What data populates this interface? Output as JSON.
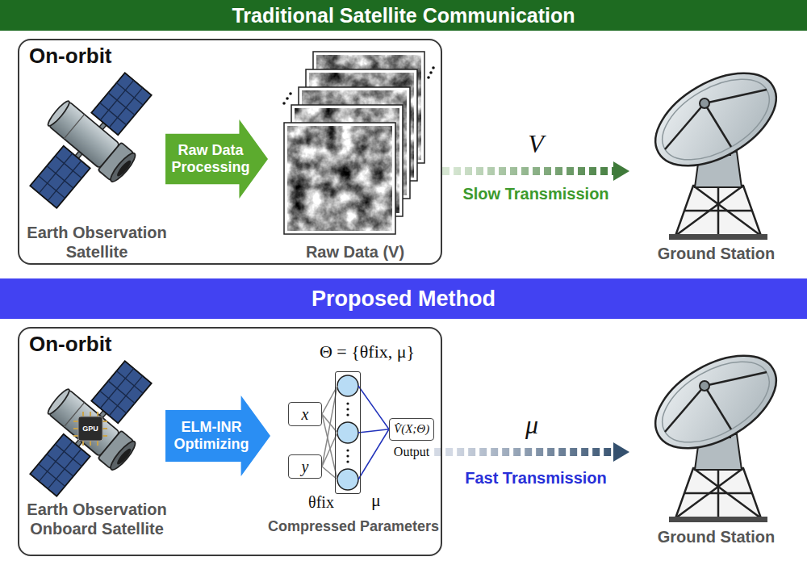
{
  "diagram": {
    "nodes": [
      {
        "text": [
          "Traditional Satellite Communication"
        ]
      },
      {
        "text": [
          "On-orbit"
        ]
      },
      {
        "text": [
          "Earth Observation Satellite"
        ],
        "in": 1
      },
      {
        "text": [
          "Raw Data Processing"
        ],
        "in": 1
      },
      {
        "text": [
          "Raw Data (V)"
        ],
        "in": 1
      },
      {
        "text": [
          "Ground Station"
        ]
      },
      {
        "text": [
          "Proposed Method"
        ]
      },
      {
        "text": [
          "On-orbit"
        ]
      },
      {
        "text": [
          "Earth Observation Onboard Satellite"
        ],
        "in": 7
      },
      {
        "text": [
          "ELM-INR Optimizing"
        ],
        "in": 7
      },
      {
        "text": [
          "x"
        ],
        "in": 7
      },
      {
        "text": [
          "y"
        ],
        "in": 7
      },
      {
        "text": [
          "Θ = {θfix, μ}"
        ],
        "in": 7
      },
      {
        "text": [
          "V̂(X;Θ)",
          "Output"
        ],
        "in": 7
      },
      {
        "text": [
          "Ground Station"
        ]
      }
    ],
    "edges": [
      {
        "from": 1,
        "to": 5,
        "arrow": "to",
        "label": "V"
      },
      {
        "from": 10,
        "to": 12,
        "arrow": "none"
      },
      {
        "from": 11,
        "to": 12,
        "arrow": "none"
      },
      {
        "from": 12,
        "to": 13,
        "arrow": "none"
      },
      {
        "from": 7,
        "to": 14,
        "arrow": "to",
        "label": "μ"
      }
    ],
    "labels": [
      "Slow Transmission",
      "GPU",
      "θfix",
      "μ",
      "Compressed Parameters",
      "Fast Transmission"
    ]
  }
}
